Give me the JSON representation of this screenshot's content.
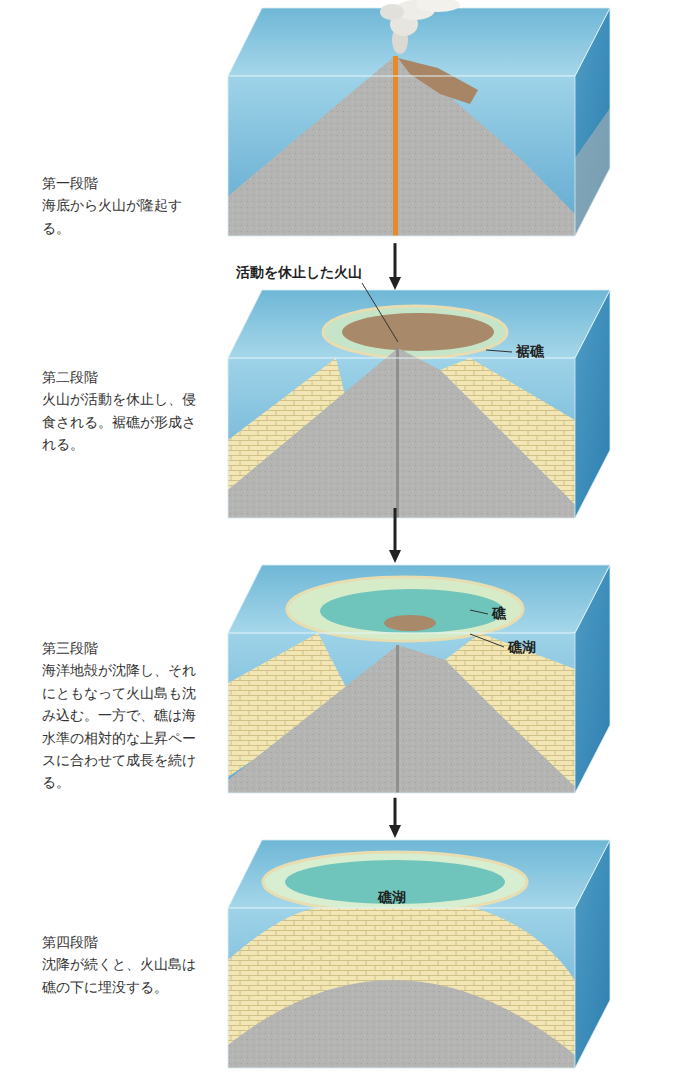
{
  "diagram": {
    "nodes": [
      {
        "text": [
          "第一段階",
          "海底から火山が隆起する。"
        ]
      },
      {
        "text": [
          "第二段階",
          "火山が活動を休止し、侵食される。裾礁が形成される。"
        ]
      },
      {
        "text": [
          "第三段階",
          "海洋地殻が沈降し、それにともなって火山島も沈み込む。一方で、礁は海水準の相対的な上昇ペースに合わせて成長を続ける。"
        ]
      },
      {
        "text": [
          "第四段階",
          "沈降が続くと、火山島は礁の下に埋没する。"
        ]
      }
    ],
    "edges": [
      {
        "from": 0,
        "to": 1,
        "arrow": "to"
      },
      {
        "from": 1,
        "to": 2,
        "arrow": "to"
      },
      {
        "from": 2,
        "to": 3,
        "arrow": "to"
      }
    ],
    "labels": [
      "活動を休止した火山",
      "裾礁",
      "礁",
      "礁湖",
      "礁湖"
    ]
  }
}
